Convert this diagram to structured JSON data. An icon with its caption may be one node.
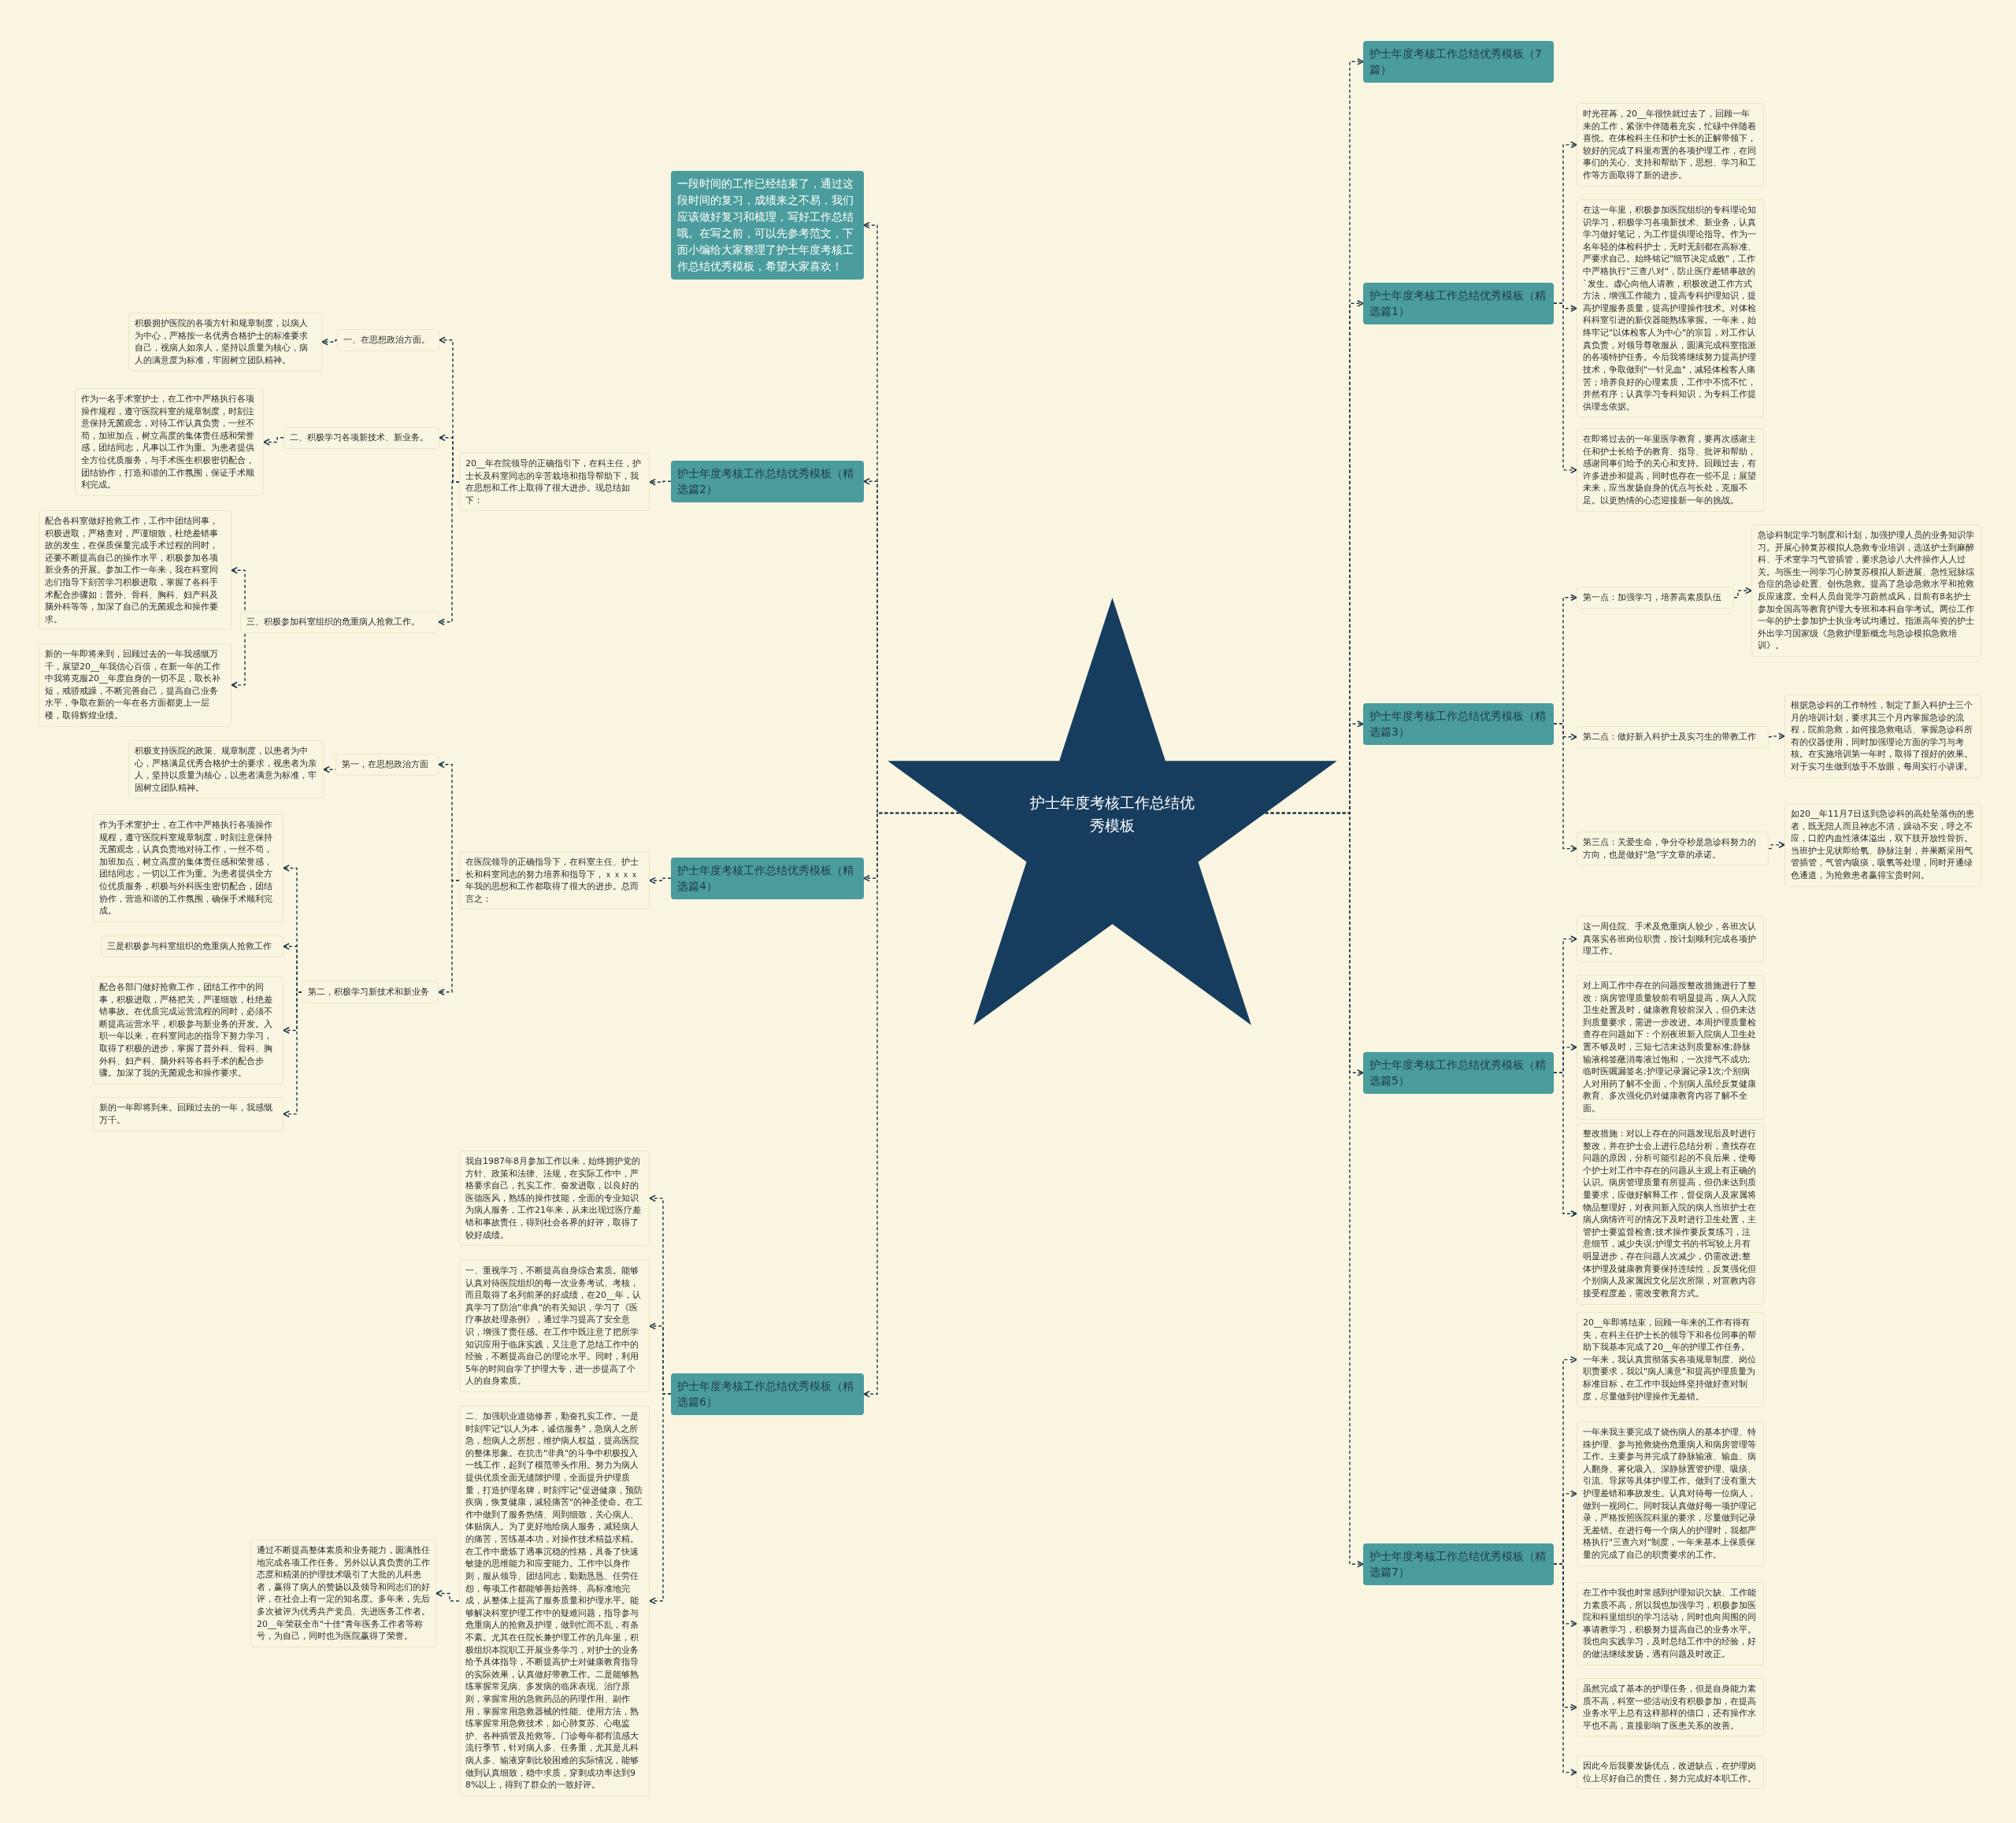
{
  "diagram": {
    "nodes": [
      {
        "text": [
          "护士年度考核工作总结优秀模板"
        ]
      },
      {
        "text": [
          "护士年度考核工作总结优秀模板（7篇）"
        ]
      },
      {
        "text": [
          "护士年度考核工作总结优秀模板（精选篇1）"
        ]
      },
      {
        "text": [
          "时光荏苒，20__年很快就过去了，回顾一年来的工作，紧张中伴随着充实，忙碌中伴随着喜悦。在体检科主任和护士长的正解带领下，较好的完成了科里布置的各项护理工作，在同事们的关心、支持和帮助下，思想、学习和工作等方面取得了新的进步。"
        ]
      },
      {
        "text": [
          "在这一年里，积极参加医院组织的专科理论知识学习，积极学习各项新技术、新业务，认真学习做好笔记，为工作提供理论指导。作为一名年轻的体检科护士，无时无刻都在高标准、严要求自己。始终铭记\"细节决定成败\"，工作中严格执行\"三查八对\"，防止医疗差错事故的`发生。虚心向他人请教，积极改进工作方式方法，增强工作能力，提高专科护理知识，提高护理服务质量，提高护理操作技术。对体检科科室引进的新仪器能熟练掌握。一年来，始终牢记\"以体检客人为中心\"的宗旨，对工作认真负责，对领导尊敬服从，圆满完成科室指派的各项特护任务。今后我将继续努力提高护理技术，争取做到\"一针见血\"，减轻体检客人痛苦；培养良好的心理素质，工作中不慌不忙，井然有序；认真学习专科知识，为专科工作提供理念依据。"
        ]
      },
      {
        "text": [
          "在即将过去的一年里医学教育，要再次感谢主任和护士长给予的教育、指导、批评和帮助，感谢同事们给予的关心和支持。回顾过去，有许多进步和提高，同时也存在一些不足；展望未来，应当发扬自身的优点与长处，克服不足。以更热情的心态迎接新一年的挑战。"
        ]
      },
      {
        "text": [
          "护士年度考核工作总结优秀模板（精选篇3）"
        ]
      },
      {
        "text": [
          "第一点：加强学习，培养高素质队伍"
        ]
      },
      {
        "text": [
          "急诊科制定学习制度和计划，加强护理人员的业务知识学习。开展心肺复苏模拟人急救专业培训，选送护士到麻醉科、手术室学习气管插管，要求急诊八大件操作人人过关。与医生一同学习心肺复苏模拟人新进展、急性冠脉综合症的急诊处置、创伤急救。提高了急诊急救水平和抢救反应速度。全科人员自觉学习蔚然成风，目前有8名护士参加全国高等教育护理大专班和本科自学考试。两位工作一年的护士参加护士执业考试均通过。指派高年资的护士外出学习国家级《急救护理新概念与急诊模拟急救培训》。"
        ]
      },
      {
        "text": [
          "第二点：做好新入科护士及实习生的带教工作"
        ]
      },
      {
        "text": [
          "根据急诊科的工作特性，制定了新入科护士三个月的培训计划，要求其三个月内掌握急诊的流程，院前急救，如何接急救电话、掌握急诊科所有的仪器使用，同时加强理论方面的学习与考核。在实施培训第一年时，取得了很好的效果。对于实习生做到放手不放眼，每周实行小讲课。"
        ]
      },
      {
        "text": [
          "第三点：关爱生命，争分夺秒是急诊科努力的方向，也是做好\"急\"字文章的承诺。"
        ]
      },
      {
        "text": [
          "如20__年11月7日送到急诊科的高处坠落伤的患者，既无陪人而且神志不清，躁动不安，呼之不应，口腔内血性液体溢出，双下肢开放性骨折。当班护士见状即给氧、静脉注射，并果断采用气管插管，气管内吸痰，吸氧等处理，同时开通绿色通道，为抢救患者赢得宝贵时间。"
        ]
      },
      {
        "text": [
          "护士年度考核工作总结优秀模板（精选篇5）"
        ]
      },
      {
        "text": [
          "这一周住院、手术及危重病人较少，各班次认真落实各班岗位职责，按计划顺利完成各项护理工作。"
        ]
      },
      {
        "text": [
          "对上周工作中存在的问题按整改措施进行了整改：病房管理质量较前有明显提高，病人入院卫生处置及时，健康教育较前深入，但仍未达到质量要求，需进一步改进。本周护理质量检查存在问题如下：个别夜班新入院病人卫生处置不够及时，三短七洁未达到质量标准;静脉输液棉签蘸消毒液过饱和，一次排气不成功;临时医嘱漏签名;护理记录漏记录1次;个别病人对用药了解不全面，个别病人虽经反复健康教育、多次强化仍对健康教育内容了解不全面。"
        ]
      },
      {
        "text": [
          "整改措施：对以上存在的问题发现后及时进行整改，并在护士会上进行总结分析，查找存在问题的原因，分析可能引起的不良后果，使每个护士对工作中存在的问题从主观上有正确的认识。病房管理质量有所提高，但仍未达到质量要求，应做好解释工作，督促病人及家属将物品整理好，对夜间新入院的病人当班护士在病人病情许可的情况下及时进行卫生处置，主管护士要监督检查;技术操作要反复练习，注意细节，减少失误;护理文书的书写较上月有明显进步，存在问题人次减少，仍需改进;整体护理及健康教育要保持连续性，反复强化但个别病人及家属因文化层次所限，对宣教内容接受程度差，需改变教育方式。"
        ]
      },
      {
        "text": [
          "护士年度考核工作总结优秀模板（精选篇7）"
        ]
      },
      {
        "text": [
          "20__年即将结束，回顾一年来的工作有得有失，在科主任护士长的领导下和各位同事的帮助下我基本完成了20__年的护理工作任务。一年来，我认真贯彻落实各项规章制度、岗位职责要求，我以\"病人满意\"和提高护理质量为标准目标，在工作中我始终坚持做好查对制度，尽量做到护理操作无差错。"
        ]
      },
      {
        "text": [
          "一年来我主要完成了烧伤病人的基本护理、特殊护理、参与抢救烧伤危重病人和病房管理等工作。主要参与并完成了静脉输液、输血、病人翻身、雾化吸入、深静脉置管护理、吸痰、引流、导尿等具体护理工作。做到了没有重大护理差错和事故发生。认真对待每一位病人，做到一视同仁。同时我认真做好每一项护理记录，严格按照医院科里的要求，尽量做到记录无差错。在进行每一个病人的护理时，我都严格执行\"三查六对\"制度，一年来基本上保质保量的完成了自己的职责要求的工作。"
        ]
      },
      {
        "text": [
          "在工作中我也时常感到护理知识欠缺、工作能力素质不高，所以我也加强学习，积极参加医院和科里组织的学习活动，同时也向周围的同事请教学习，积极努力提高自己的业务水平。我也向实践学习，及时总结工作中的经验，好的做法继续发扬，遇有问题及时改正。"
        ]
      },
      {
        "text": [
          "虽然完成了基本的护理任务，但是自身能力素质不高，科室一些活动没有积极参加，在提高业务水平上总有这样那样的借口，还有操作水平也不高，直接影响了医患关系的改善。"
        ]
      },
      {
        "text": [
          "因此今后我要发扬优点，改进缺点，在护理岗位上尽好自己的责任，努力完成好本职工作。"
        ]
      },
      {
        "text": [
          "一段时间的工作已经结束了，通过这段时间的复习，成绩来之不易，我们应该做好复习和梳理，写好工作总结哦。在写之前，可以先参考范文，下面小编给大家整理了护士年度考核工作总结优秀模板，希望大家喜欢！"
        ]
      },
      {
        "text": [
          "护士年度考核工作总结优秀模板（精选篇2）"
        ]
      },
      {
        "text": [
          "20__年在院领导的正确指引下，在科主任，护士长及科室同志的辛苦栽培和指导帮助下，我在思想和工作上取得了很大进步。现总结如下："
        ]
      },
      {
        "text": [
          "一、在思想政治方面。"
        ]
      },
      {
        "text": [
          "积极拥护医院的各项方针和规章制度，以病人为中心，严格按一名优秀合格护士的标准要求自己，视病人如亲人，坚持以质量为核心，病人的满意度为标准，牢固树立团队精神。"
        ]
      },
      {
        "text": [
          "二、积极学习各项新技术、新业务。"
        ]
      },
      {
        "text": [
          "作为一名手术室护士，在工作中严格执行各项操作规程，遵守医院科室的规章制度，时刻注意保持无菌观念，对待工作认真负责，一丝不苟，加班加点，树立高度的集体责任感和荣誉感，团结同志，凡事以工作为重。为患者提供全方位优质服务，与手术医生积极密切配合，团结协作，打造和谐的工作氛围，保证手术顺利完成。"
        ]
      },
      {
        "text": [
          "三、积极参加科室组织的危重病人抢救工作。"
        ]
      },
      {
        "text": [
          "配合各科室做好抢救工作，工作中团结同事，积极进取，严格查对，严谨细致，杜绝差错事故的发生，在保质保量完成手术过程的同时，还要不断提高自己的操作水平，积极参加各项新业务的开展。参加工作一年来，我在科室同志们指导下刻苦学习积极进取，掌握了各科手术配合步骤如：普外、骨科、胸科、妇产科及脑外科等等，加深了自己的无菌观念和操作要求。"
        ]
      },
      {
        "text": [
          "新的一年即将来到，回顾过去的一年我感慨万千，展望20__年我信心百倍，在新一年的工作中我将克服20__年度自身的一切不足，取长补短，戒骄戒躁，不断完善自己，提高自己业务水平，争取在新的一年在各方面都更上一层楼，取得辉煌业绩。"
        ]
      },
      {
        "text": [
          "护士年度考核工作总结优秀模板（精选篇4）"
        ]
      },
      {
        "text": [
          "在医院领导的正确指导下，在科室主任、护士长和科室同志的努力培养和指导下，ｘｘｘｘ年我的思想和工作都取得了很大的进步。总而言之："
        ]
      },
      {
        "text": [
          "第一，在思想政治方面"
        ]
      },
      {
        "text": [
          "积极支持医院的政策、规章制度，以患者为中心，严格满足优秀合格护士的要求，视患者为亲人，坚持以质量为核心，以患者满意为标准，牢固树立团队精神。"
        ]
      },
      {
        "text": [
          "第二，积极学习新技术和新业务"
        ]
      },
      {
        "text": [
          "作为手术室护士，在工作中严格执行各项操作规程，遵守医院科室规章制度，时刻注意保持无菌观念，认真负责地对待工作，一丝不苟，加班加点，树立高度的集体责任感和荣誉感，团结同志，一切以工作为重。为患者提供全方位优质服务，积极与外科医生密切配合，团结协作，营造和谐的工作氛围，确保手术顺利完成。"
        ]
      },
      {
        "text": [
          "三是积极参与科室组织的危重病人抢救工作"
        ]
      },
      {
        "text": [
          "配合各部门做好抢救工作，团结工作中的同事，积极进取，严格把关，严谨细致，杜绝差错事故。在优质完成运营流程的同时，必须不断提高运营水平，积极参与新业务的开发。入职一年以来，在科室同志的指导下努力学习，取得了积极的进步，掌握了普外科、骨科、胸外科、妇产科、脑外科等各科手术的配合步骤。加深了我的无菌观念和操作要求。"
        ]
      },
      {
        "text": [
          "新的一年即将到来。回顾过去的一年，我感慨万千。"
        ]
      },
      {
        "text": [
          "护士年度考核工作总结优秀模板（精选篇6）"
        ]
      },
      {
        "text": [
          "我自1987年8月参加工作以来，始终拥护党的方针、政策和法律、法规，在实际工作中，严格要求自己，扎实工作、奋发进取，以良好的医德医风，熟练的操作技能，全面的专业知识为病人服务，工作21年来，从未出现过医疗差错和事故责任，得到社会各界的好评，取得了较好成绩。"
        ]
      },
      {
        "text": [
          "一、重视学习，不断提高自身综合素质。能够认真对待医院组织的每一次业务考试、考核，而且取得了名列前茅的好成绩，在20__年，认真学习了防治\"非典\"的有关知识，学习了《医疗事故处理条例》，通过学习提高了安全意识，增强了责任感。在工作中既注意了把所学知识应用于临床实践，又注意了总结工作中的经验，不断提高自己的理论水平。同时，利用5年的时间自学了护理大专，进一步提高了个人的自身素质。"
        ]
      },
      {
        "text": [
          "二、加强职业道德修养，勤奋扎实工作。一是时刻牢记\"以人为本，诚信服务\"，急病人之所急，想病人之所想，维护病人权益，提高医院的整体形象。在抗击\"非典\"的斗争中积极投入一线工作，起到了模范带头作用。努力为病人提供优质全面无缝隙护理，全面提升护理质量，打造护理名牌，时刻牢记\"促进健康，预防疾病，恢复健康，减轻痛苦\"的神圣使命。在工作中做到了服务热情、周到细致，关心病人、体贴病人。为了更好地给病人服务，减轻病人的痛苦，苦练基本功，对操作技术精益求精。在工作中磨炼了遇事沉稳的性格，具备了快速敏捷的思维能力和应变能力。工作中以身作则，服从领导、团结同志，勤勤恳恳、任劳任怨，每项工作都能够善始善终、高标准地完成，从整体上提高了服务质量和护理水平。能够解决科室护理工作中的疑难问题，指导参与危重病人的抢救及护理，做到忙而不乱，有条不紊。尤其在任院长兼护理工作的几年里，积极组织本院职工开展业务学习，对护士的业务给予具体指导，不断提高护士对健康教育指导的实际效果，认真做好带教工作。二是能够熟练掌握常见病、多发病的临床表现、治疗原则，掌握常用的急救药品的药理作用、副作用，掌握常用急救器械的性能、使用方法，熟练掌握常用急救技术，如心肺复苏、心电监护、各种插管及抢救等。门诊每年都有流感大流行季节，针对病人多、任务重，尤其是儿科病人多、输液穿刺比较困难的实际情况，能够做到认真细致，稳中求质，穿刺成功率达到98%以上，得到了群众的一致好评。"
        ]
      },
      {
        "text": [
          "通过不断提高整体素质和业务能力，圆满胜任地完成各项工作任务。另外以认真负责的工作态度和精湛的护理技术吸引了大批的儿科患者，赢得了病人的赞扬以及领导和同志们的好评，在社会上有一定的知名度。多年来，先后多次被评为优秀共产党员、先进医务工作者。20__年荣获全市\"十佳\"青年医务工作者等称号，为自己，同时也为医院赢得了荣誉。"
        ]
      }
    ],
    "edges": [
      {
        "from": 0,
        "to": 1,
        "arrow": "to"
      },
      {
        "from": 0,
        "to": 2,
        "arrow": "to"
      },
      {
        "from": 2,
        "to": 3,
        "arrow": "to"
      },
      {
        "from": 2,
        "to": 4,
        "arrow": "to"
      },
      {
        "from": 2,
        "to": 5,
        "arrow": "to"
      },
      {
        "from": 0,
        "to": 6,
        "arrow": "to"
      },
      {
        "from": 6,
        "to": 7,
        "arrow": "to"
      },
      {
        "from": 7,
        "to": 8,
        "arrow": "to"
      },
      {
        "from": 6,
        "to": 9,
        "arrow": "to"
      },
      {
        "from": 9,
        "to": 10,
        "arrow": "to"
      },
      {
        "from": 6,
        "to": 11,
        "arrow": "to"
      },
      {
        "from": 11,
        "to": 12,
        "arrow": "to"
      },
      {
        "from": 0,
        "to": 13,
        "arrow": "to"
      },
      {
        "from": 13,
        "to": 14,
        "arrow": "to"
      },
      {
        "from": 13,
        "to": 15,
        "arrow": "to"
      },
      {
        "from": 13,
        "to": 16,
        "arrow": "to"
      },
      {
        "from": 0,
        "to": 17,
        "arrow": "to"
      },
      {
        "from": 17,
        "to": 18,
        "arrow": "to"
      },
      {
        "from": 17,
        "to": 19,
        "arrow": "to"
      },
      {
        "from": 17,
        "to": 20,
        "arrow": "to"
      },
      {
        "from": 17,
        "to": 21,
        "arrow": "to"
      },
      {
        "from": 17,
        "to": 22,
        "arrow": "to"
      },
      {
        "from": 0,
        "to": 23,
        "arrow": "to"
      },
      {
        "from": 0,
        "to": 24,
        "arrow": "to"
      },
      {
        "from": 24,
        "to": 25,
        "arrow": "to"
      },
      {
        "from": 25,
        "to": 26,
        "arrow": "to"
      },
      {
        "from": 26,
        "to": 27,
        "arrow": "to"
      },
      {
        "from": 25,
        "to": 28,
        "arrow": "to"
      },
      {
        "from": 28,
        "to": 29,
        "arrow": "to"
      },
      {
        "from": 25,
        "to": 30,
        "arrow": "to"
      },
      {
        "from": 30,
        "to": 31,
        "arrow": "to"
      },
      {
        "from": 30,
        "to": 32,
        "arrow": "to"
      },
      {
        "from": 0,
        "to": 33,
        "arrow": "to"
      },
      {
        "from": 33,
        "to": 34,
        "arrow": "to"
      },
      {
        "from": 34,
        "to": 35,
        "arrow": "to"
      },
      {
        "from": 35,
        "to": 36,
        "arrow": "to"
      },
      {
        "from": 34,
        "to": 37,
        "arrow": "to"
      },
      {
        "from": 37,
        "to": 38,
        "arrow": "to"
      },
      {
        "from": 37,
        "to": 39,
        "arrow": "to"
      },
      {
        "from": 37,
        "to": 40,
        "arrow": "to"
      },
      {
        "from": 37,
        "to": 41,
        "arrow": "to"
      },
      {
        "from": 0,
        "to": 42,
        "arrow": "to"
      },
      {
        "from": 42,
        "to": 43,
        "arrow": "to"
      },
      {
        "from": 42,
        "to": 44,
        "arrow": "to"
      },
      {
        "from": 42,
        "to": 45,
        "arrow": "to"
      },
      {
        "from": 45,
        "to": 46,
        "arrow": "to"
      }
    ]
  }
}
